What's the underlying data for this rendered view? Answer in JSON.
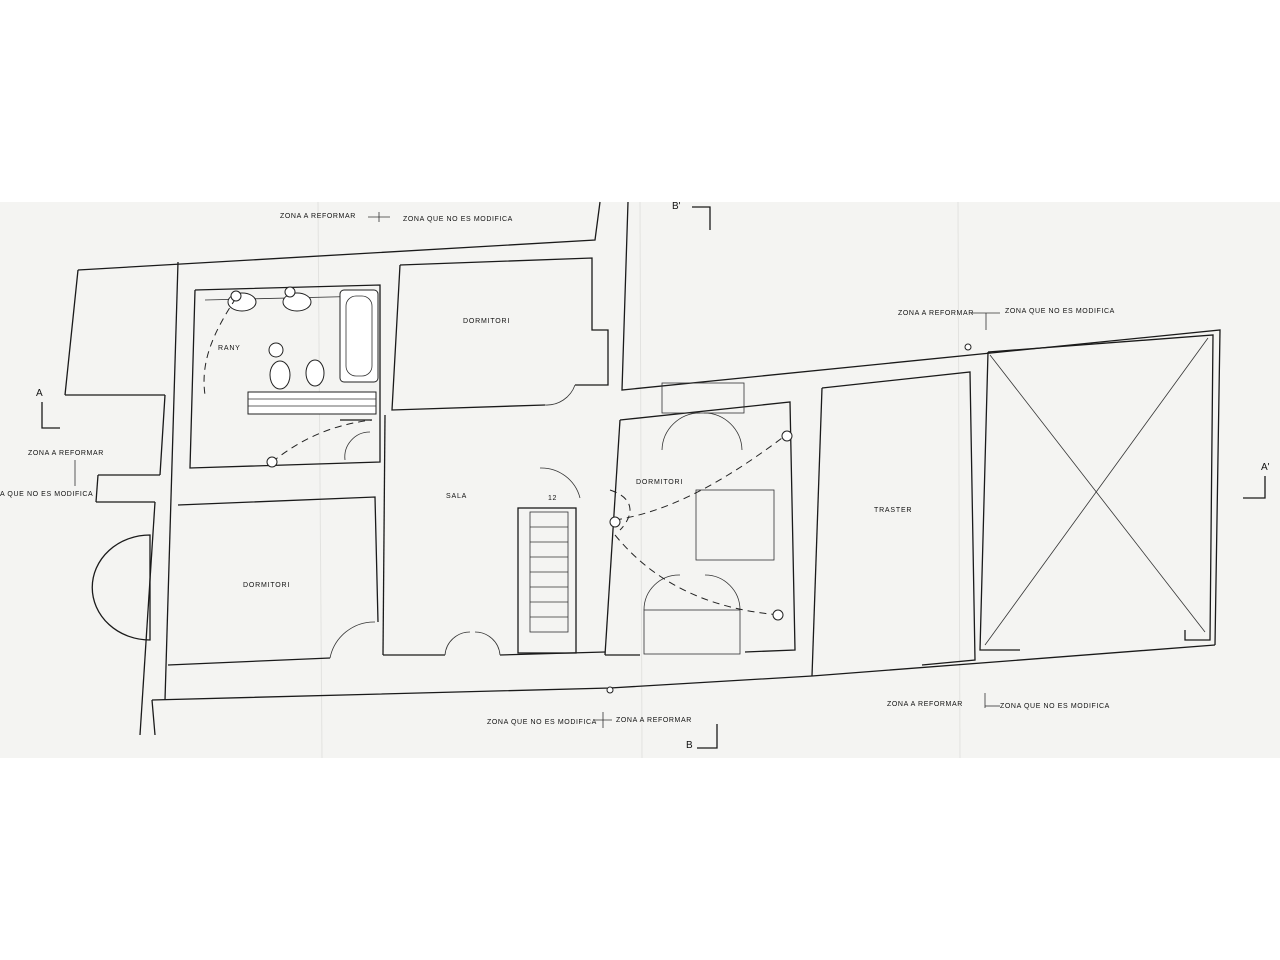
{
  "rooms": {
    "bathroom": "RANY",
    "bedroom_top": "DORMITORI",
    "bedroom_left": "DORMITORI",
    "living": "SALA",
    "bedroom_center": "DORMITORI",
    "storage": "TRASTER"
  },
  "zones": {
    "reform": "ZONA A REFORMAR",
    "unchanged": "ZONA QUE NO ES MODIFICA",
    "unchanged_cut": "A QUE NO ES MODIFICA"
  },
  "sections": {
    "a": "A",
    "a_prime": "A'",
    "b": "B",
    "b_prime": "B'"
  },
  "stair_number": "12"
}
